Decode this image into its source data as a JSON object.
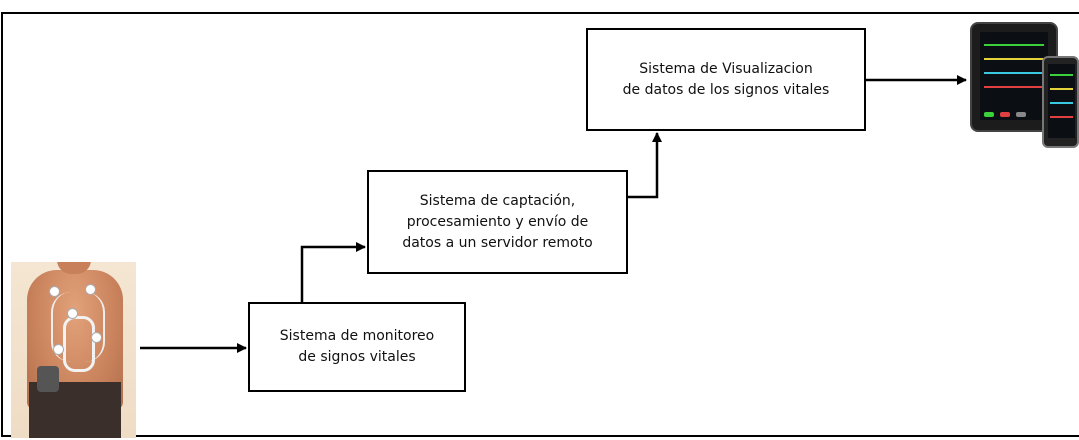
{
  "boxes": {
    "monitoring": {
      "line1": "Sistema de monitoreo",
      "line2": "de signos vitales"
    },
    "capture": {
      "line1": "Sistema de captación,",
      "line2": "procesamiento y envío de",
      "line3": "datos a un servidor remoto"
    },
    "visualization": {
      "line1": "Sistema de Visualizacion",
      "line2": "de datos de los signos vitales"
    }
  },
  "colors": {
    "line": "#000000",
    "trace_green": "#3ad13a",
    "trace_yellow": "#e6d23a",
    "trace_red": "#e04040",
    "trace_cyan": "#3ac8e0"
  },
  "icons": {
    "patient": "patient-with-holter-photo",
    "devices": "tablet-and-phone-monitor-icon"
  }
}
